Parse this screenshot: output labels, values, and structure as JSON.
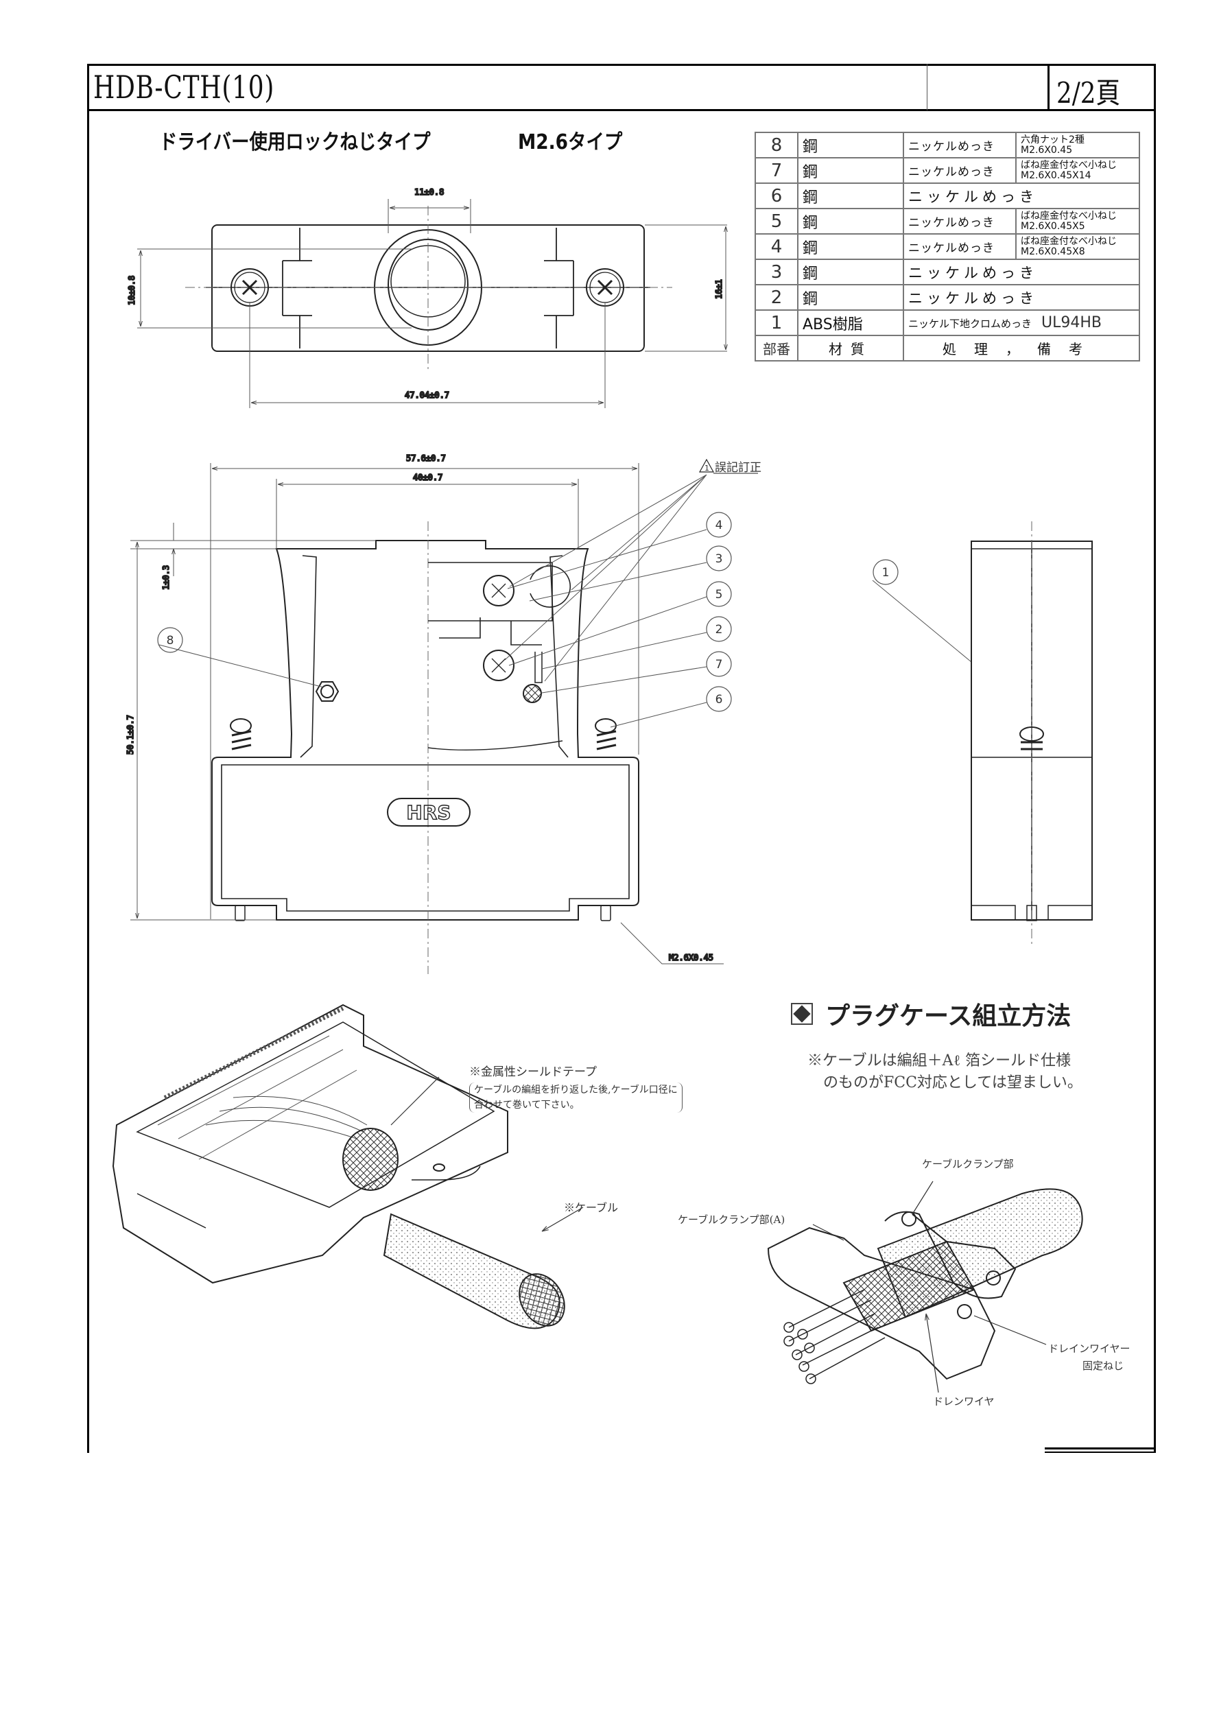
{
  "header": {
    "title": "HDB-CTH(10)",
    "page": "2/2頁"
  },
  "subtitle": {
    "type": "ドライバー使用ロックねじタイプ",
    "size": "M2.6タイプ"
  },
  "parts_table": {
    "rows": [
      {
        "no": "8",
        "material": "鋼",
        "treatment": "ニッケルめっき",
        "remark1": "六角ナット2種",
        "remark2": "M2.6X0.45"
      },
      {
        "no": "7",
        "material": "鋼",
        "treatment": "ニッケルめっき",
        "remark1": "ばね座金付なべ小ねじ",
        "remark2": "M2.6X0.45X14"
      },
      {
        "no": "6",
        "material": "鋼",
        "treatment": "ニッケルめっき"
      },
      {
        "no": "5",
        "material": "鋼",
        "treatment": "ニッケルめっき",
        "remark1": "ばね座金付なべ小ねじ",
        "remark2": "M2.6X0.45X5"
      },
      {
        "no": "4",
        "material": "鋼",
        "treatment": "ニッケルめっき",
        "remark1": "ばね座金付なべ小ねじ",
        "remark2": "M2.6X0.45X8"
      },
      {
        "no": "3",
        "material": "鋼",
        "treatment": "ニッケルめっき"
      },
      {
        "no": "2",
        "material": "鋼",
        "treatment": "ニッケルめっき"
      },
      {
        "no": "1",
        "material": "ABS樹脂",
        "treatment": "ニッケル下地クロムめっき",
        "remark1": "UL94HB"
      }
    ],
    "headers": {
      "no": "部番",
      "material": "材質",
      "treatment": "処理，備考"
    }
  },
  "top_view": {
    "dim_width_center": "11±0.8",
    "dim_pitch": "47.04±0.7",
    "dim_height_inner": "10±0.8",
    "dim_height": "16±1"
  },
  "front_view": {
    "dim_overall_width": "57.6±0.7",
    "dim_inner_width": "40±0.7",
    "dim_step": "1±0.3",
    "dim_height": "50.1±0.7",
    "thread_label": "M2.6X0.45",
    "errata": "誤記訂正",
    "errata_mark": "1",
    "callouts": [
      "4",
      "3",
      "5",
      "2",
      "7",
      "6"
    ],
    "callout_8": "8",
    "logo": "HRS"
  },
  "side_view": {
    "callout": "1"
  },
  "assembly": {
    "heading": "プラグケース組立方法",
    "note_line1": "※ケーブルは編組＋Aℓ 箔シールド仕様",
    "note_line2": "のものがFCC対応としては望ましい。",
    "shield_tape": "※金属性シールドテープ",
    "shield_tape_note1": "ケーブルの編組を折り返した後,ケーブル口径に",
    "shield_tape_note2": "合わせて巻いて下さい。",
    "cable": "※ケーブル",
    "clamp_a": "ケーブルクランプ部(A)",
    "clamp": "ケーブルクランプ部",
    "drain_screw1": "ドレインワイヤー",
    "drain_screw2": "固定ねじ",
    "drain_wire": "ドレンワイヤ"
  }
}
